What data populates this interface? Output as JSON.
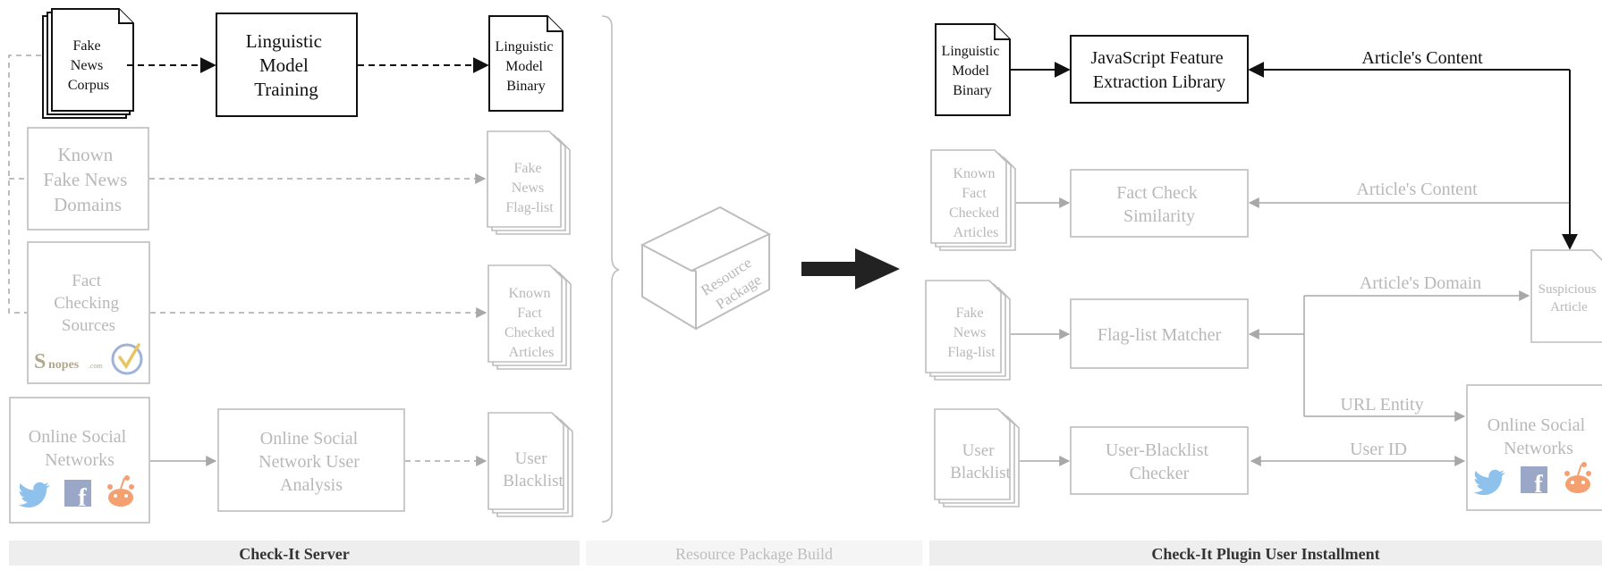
{
  "server": {
    "fake_news_corpus": [
      "Fake",
      "News",
      "Corpus"
    ],
    "linguistic_training": [
      "Linguistic",
      "Model",
      "Training"
    ],
    "linguistic_binary": [
      "Linguistic",
      "Model",
      "Binary"
    ],
    "known_domains": [
      "Known",
      "Fake News",
      "Domains"
    ],
    "fake_flaglist": [
      "Fake",
      "News",
      "Flag-list"
    ],
    "fact_sources": [
      "Fact",
      "Checking",
      "Sources"
    ],
    "known_fact_articles": [
      "Known",
      "Fact",
      "Checked",
      "Articles"
    ],
    "snopes_logo": "Snopes.com",
    "online_social": [
      "Online Social",
      "Networks"
    ],
    "user_analysis": [
      "Online Social",
      "Network User",
      "Analysis"
    ],
    "user_blacklist": [
      "User",
      "Blacklist"
    ]
  },
  "resource": {
    "package_label": [
      "Resource",
      "Package"
    ]
  },
  "plugin": {
    "linguistic_binary": [
      "Linguistic",
      "Model",
      "Binary"
    ],
    "js_library": [
      "JavaScript Feature",
      "Extraction Library"
    ],
    "article_content_top": "Article's Content",
    "known_fact_articles": [
      "Known",
      "Fact",
      "Checked",
      "Articles"
    ],
    "fact_similarity": [
      "Fact Check",
      "Similarity"
    ],
    "article_content_mid": "Article's Content",
    "suspicious_article": [
      "Suspicious",
      "Article"
    ],
    "fake_flaglist": [
      "Fake",
      "News",
      "Flag-list"
    ],
    "flaglist_matcher": "Flag-list Matcher",
    "article_domain": "Article's Domain",
    "url_entity": "URL Entity",
    "user_blacklist": [
      "User",
      "Blacklist"
    ],
    "blacklist_checker": [
      "User-Blacklist",
      "Checker"
    ],
    "user_id": "User ID",
    "online_social": [
      "Online Social",
      "Networks"
    ]
  },
  "footer": {
    "server": "Check-It Server",
    "resource": "Resource Package Build",
    "plugin": "Check-It Plugin User Installment"
  },
  "icons": [
    "twitter-icon",
    "facebook-icon",
    "reddit-icon",
    "snopes-logo",
    "checkmark-badge-icon",
    "box-icon",
    "arrow-right-icon"
  ],
  "colors": {
    "dark": "#111111",
    "gray": "#bdbdbd",
    "footer_bg": "#eeeeee",
    "footer_bg_light": "#f5f5f5",
    "twitter": "#1da1f2",
    "facebook": "#3b5998",
    "reddit": "#ff4500"
  }
}
